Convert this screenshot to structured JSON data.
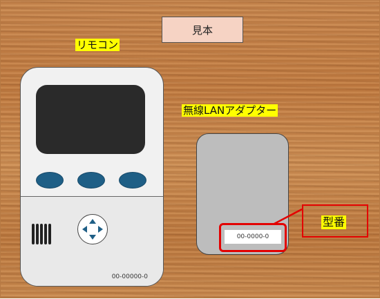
{
  "sample_label": "見本",
  "remote": {
    "label": "リモコン",
    "model_number": "00-00000-0"
  },
  "adapter": {
    "label": "無線LANアダプター",
    "model_number": "00-0000-0"
  },
  "model_callout": {
    "label": "型番"
  },
  "colors": {
    "callout_red": "#e30000",
    "highlight_yellow": "#ffff00",
    "button_blue": "#1f5f86",
    "sample_box_pink": "#f6d3c4"
  }
}
